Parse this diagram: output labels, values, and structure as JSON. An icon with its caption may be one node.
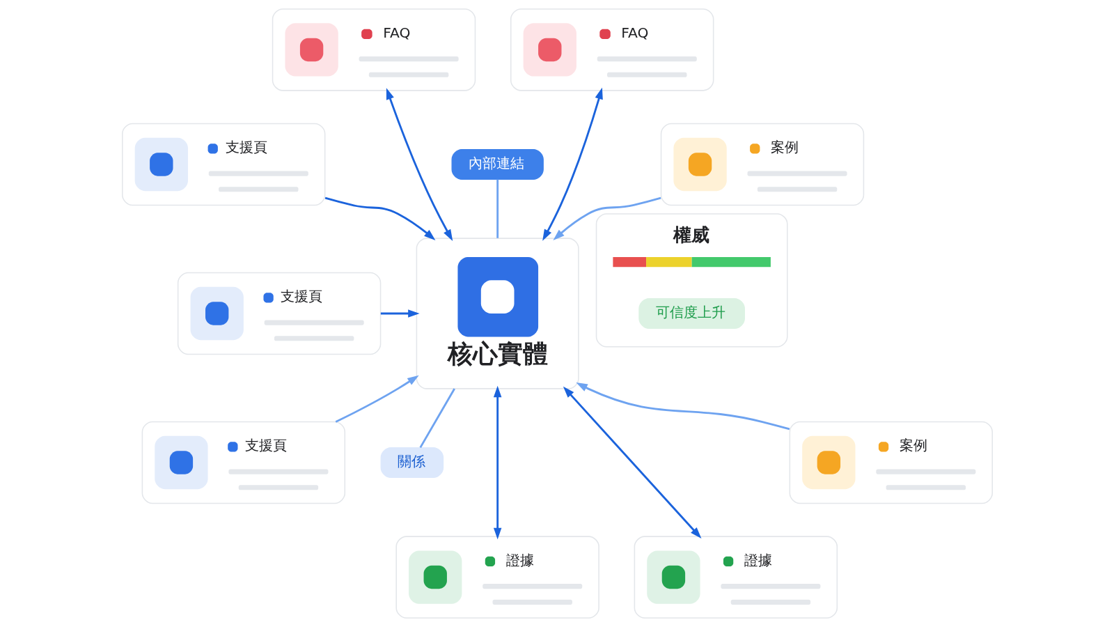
{
  "diagram": {
    "nodes": [
      {
        "text": [
          "FAQ"
        ]
      },
      {
        "text": [
          "FAQ"
        ]
      },
      {
        "text": [
          "支援頁"
        ]
      },
      {
        "text": [
          "內部連結"
        ]
      },
      {
        "text": [
          "案例"
        ]
      },
      {
        "text": [
          "權威"
        ]
      },
      {
        "text": [
          "可信度上升"
        ],
        "in": 5
      },
      {
        "text": [
          "支援頁"
        ]
      },
      {
        "text": [
          "核心實體"
        ]
      },
      {
        "text": [
          "支援頁"
        ]
      },
      {
        "text": [
          "案例"
        ]
      },
      {
        "text": [
          "關係"
        ]
      },
      {
        "text": [
          "證據"
        ]
      },
      {
        "text": [
          "證據"
        ]
      }
    ],
    "edges": [
      {
        "from": 0,
        "to": 8,
        "arrow": "both"
      },
      {
        "from": 1,
        "to": 8,
        "arrow": "both"
      },
      {
        "from": 2,
        "to": 8,
        "arrow": "to"
      },
      {
        "from": 3,
        "to": 8,
        "arrow": "none",
        "color": "#6ea3f0"
      },
      {
        "from": 4,
        "to": 8,
        "arrow": "to",
        "color": "#6ea3f0"
      },
      {
        "from": 7,
        "to": 8,
        "arrow": "to"
      },
      {
        "from": 9,
        "to": 8,
        "arrow": "to",
        "color": "#6ea3f0"
      },
      {
        "from": 8,
        "to": 12,
        "arrow": "both"
      },
      {
        "from": 8,
        "to": 11,
        "arrow": "none",
        "color": "#6ea3f0"
      },
      {
        "from": 8,
        "to": 13,
        "arrow": "both"
      },
      {
        "from": 10,
        "to": 8,
        "arrow": "to",
        "color": "#6ea3f0"
      }
    ]
  }
}
